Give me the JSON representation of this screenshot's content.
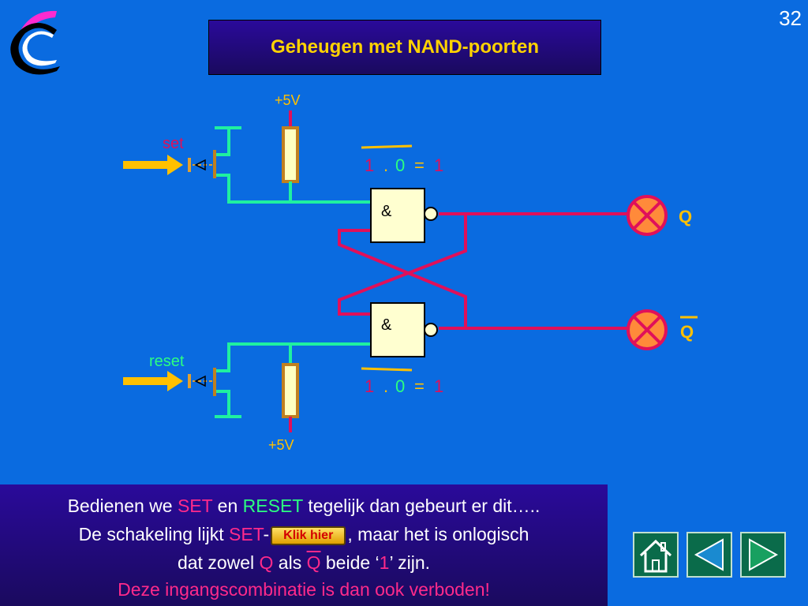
{
  "slide_number": "32",
  "title": "Geheugen met NAND-poorten",
  "circuit": {
    "supply_top": "+5V",
    "supply_bottom": "+5V",
    "set_label": "set",
    "reset_label": "reset",
    "gate_top_symbol": "&",
    "gate_bottom_symbol": "&",
    "eq_top": {
      "a": "1",
      "dot": ".",
      "b": "0",
      "eq": "=",
      "r": "1"
    },
    "eq_bottom": {
      "a": "1",
      "dot": ".",
      "b": "0",
      "eq": "=",
      "r": "1"
    },
    "output_q": "Q",
    "output_qbar": "Q",
    "colors": {
      "wire_green": "#1ff0a0",
      "wire_pink": "#e0105a",
      "lamp": "#ff8a3a",
      "gate_fill": "#ffffd0",
      "arrow": "#ffc000"
    }
  },
  "text": {
    "l1_a": "Bedienen we ",
    "l1_set": "SET",
    "l1_b": " en ",
    "l1_reset": "RESET",
    "l1_c": " tegelijk dan gebeurt er dit…..",
    "l2_a": "De schakeling lijkt ",
    "l2_set": "SET",
    "l2_dash": "-",
    "l2_button": "Klik hier",
    "l2_b": ", maar het is onlogisch",
    "l3_a": "dat zowel ",
    "l3_q": "Q",
    "l3_b": " als ",
    "l3_qbar": "Q",
    "l3_c": " beide ‘",
    "l3_one": "1",
    "l3_d": "’ zijn.",
    "l4": "Deze ingangscombinatie is dan ook verboden!"
  },
  "nav": [
    "home-icon",
    "previous-icon",
    "next-icon"
  ]
}
